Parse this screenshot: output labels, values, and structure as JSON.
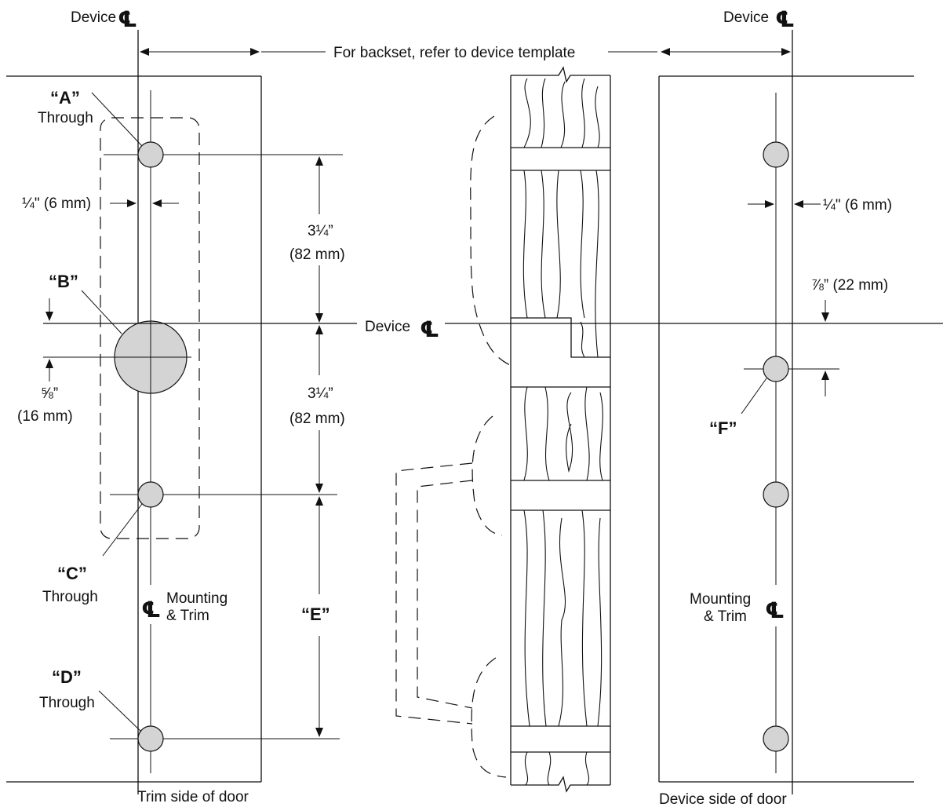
{
  "labels": {
    "device_cl": "Device",
    "cl_symbol": "℄",
    "backset": "For backset, refer to device template",
    "hole_a": "“A”",
    "hole_b": "“B”",
    "hole_c": "“C”",
    "hole_d": "“D”",
    "hole_e": "“E”",
    "hole_f": "“F”",
    "through": "Through",
    "quarter_inch": "¼\" (6 mm)",
    "three_quarter_in": "3¼”",
    "mm82": "(82 mm)",
    "five_eighth": "⅝”",
    "mm16": "(16 mm)",
    "seven_eighth": "⅞” (22 mm)",
    "mounting": "Mounting",
    "and_trim": "& Trim",
    "trim_side": "Trim side of door",
    "device_side": "Device side of door"
  },
  "colors": {
    "line": "#111111",
    "hole_fill": "#d4d4d4",
    "background": "#ffffff"
  }
}
